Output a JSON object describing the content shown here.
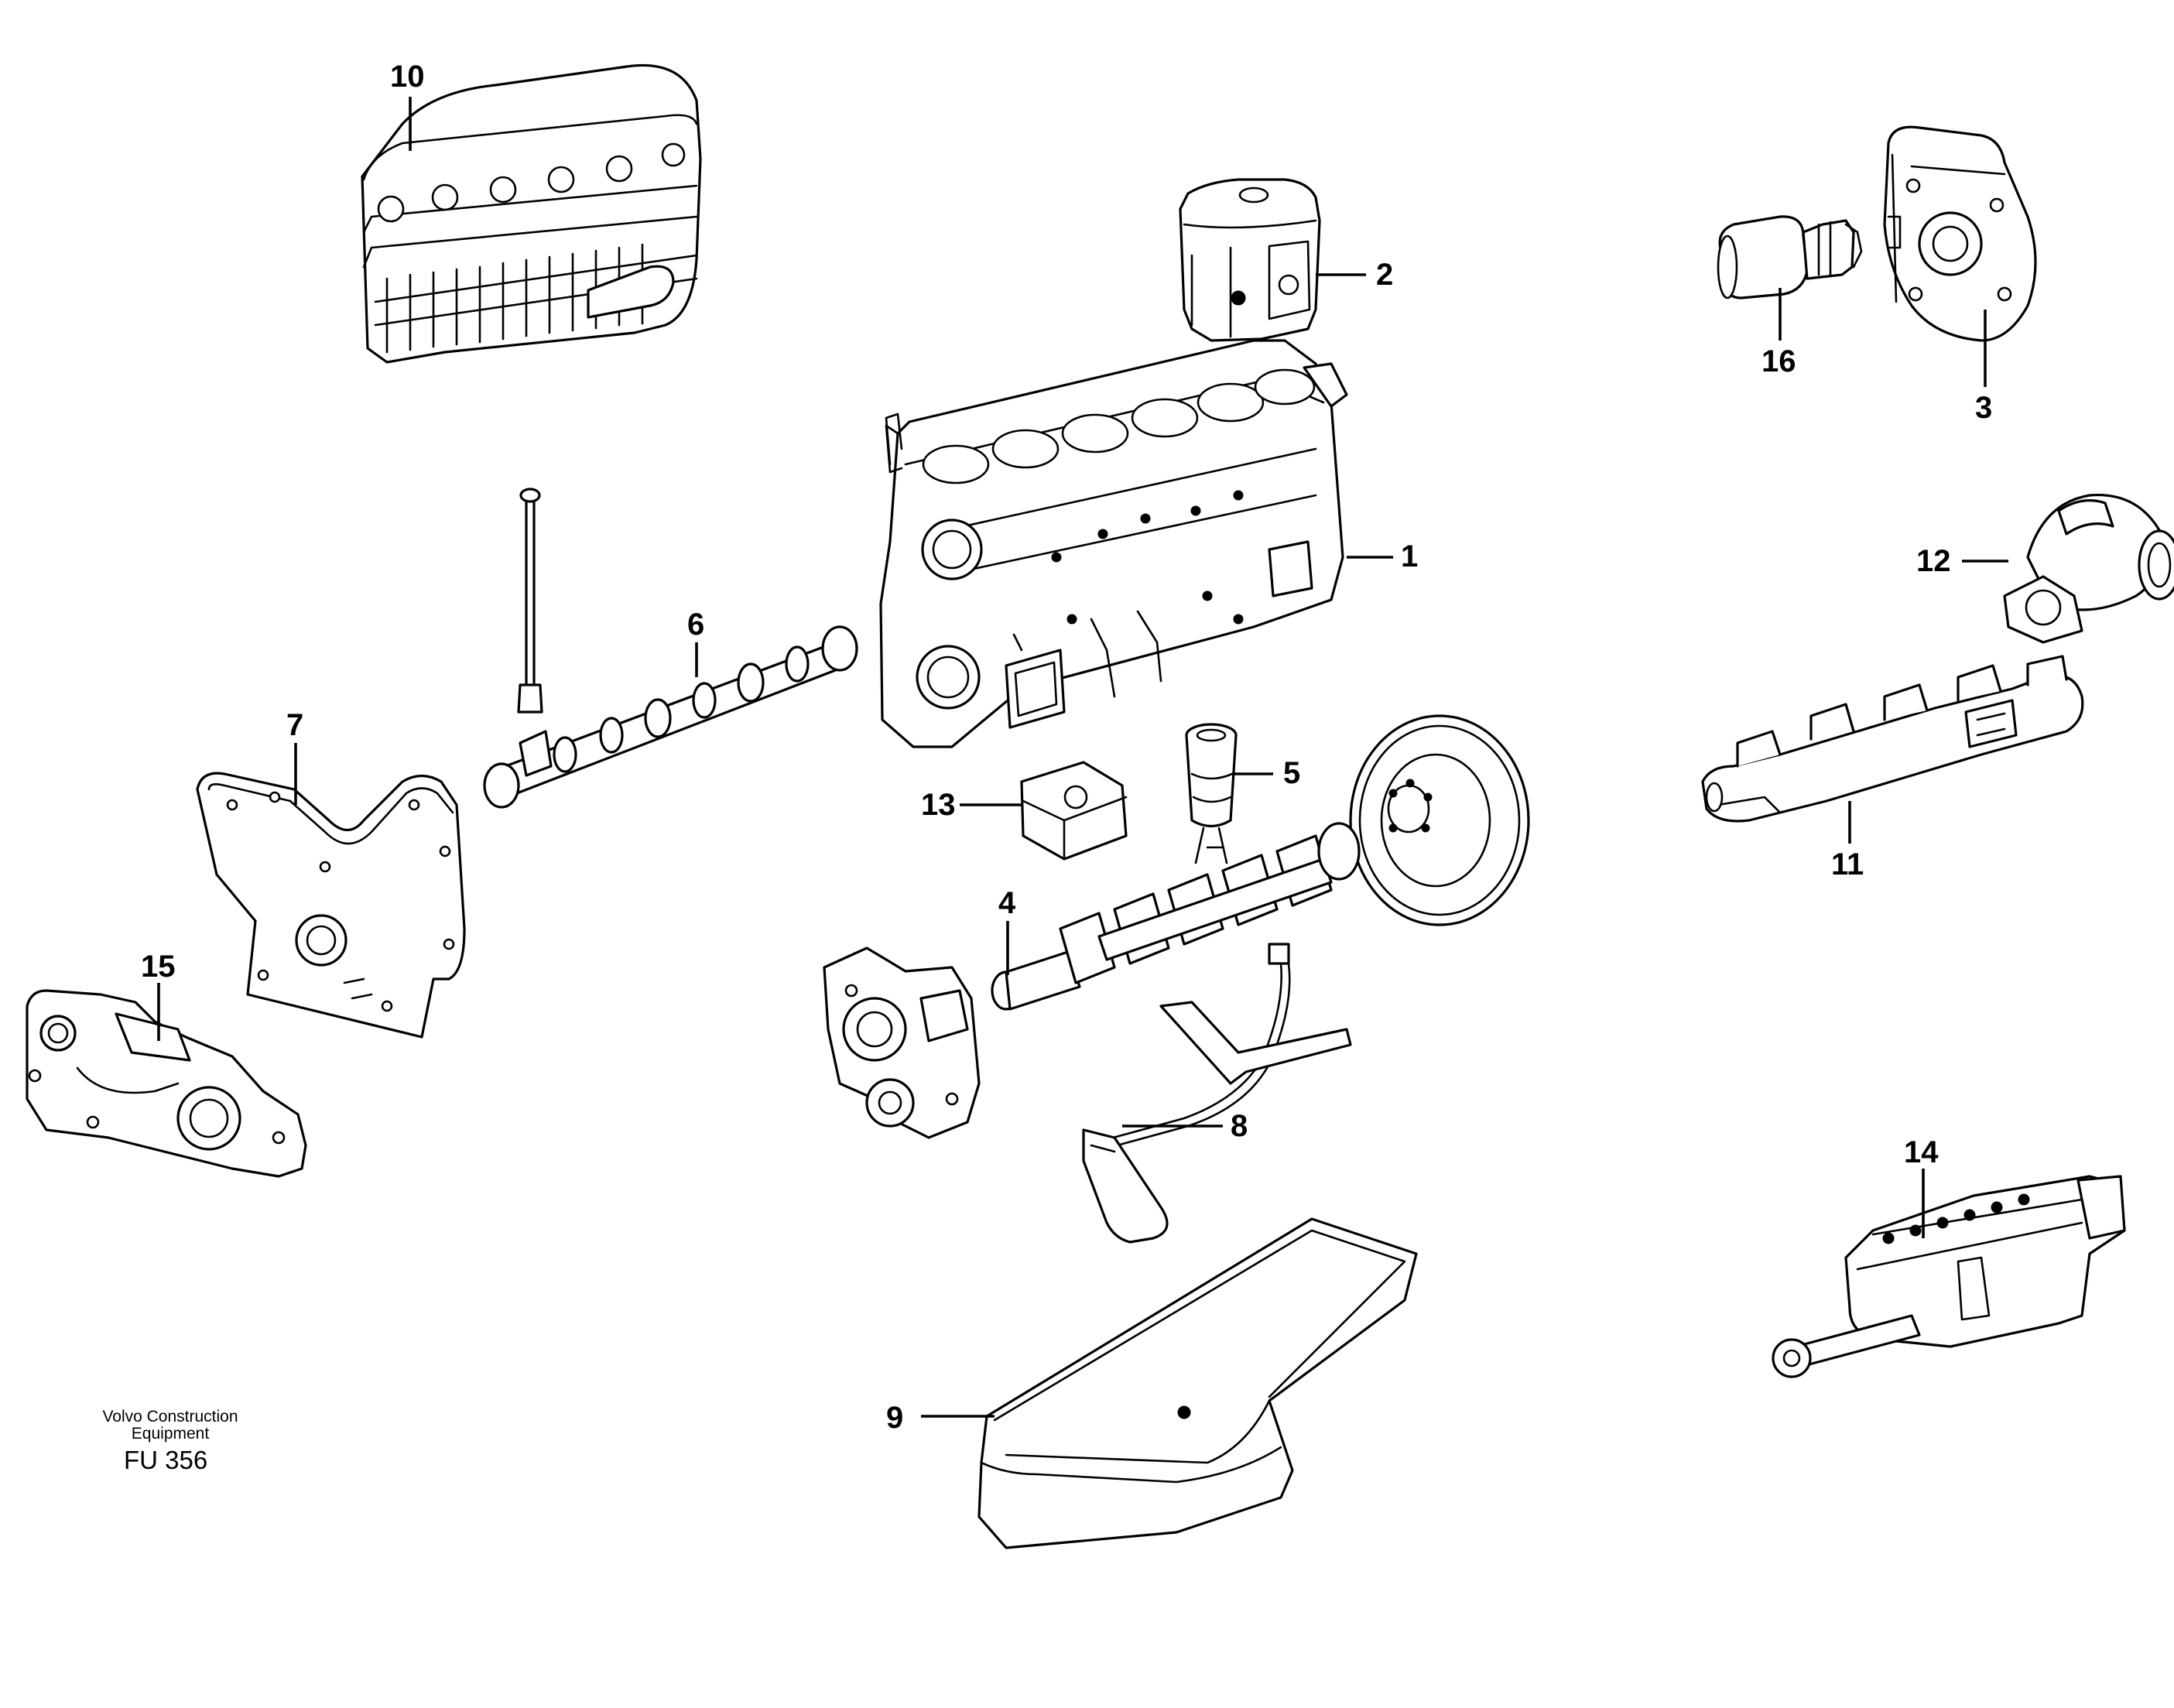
{
  "callouts": [
    "1",
    "2",
    "3",
    "4",
    "5",
    "6",
    "7",
    "8",
    "9",
    "10",
    "11",
    "12",
    "13",
    "14",
    "15",
    "16"
  ],
  "footer": {
    "brand_line1": "Volvo Construction",
    "brand_line2": "Equipment",
    "code": "FU 356"
  },
  "colors": {
    "line": "#000000",
    "background": "#ffffff"
  }
}
